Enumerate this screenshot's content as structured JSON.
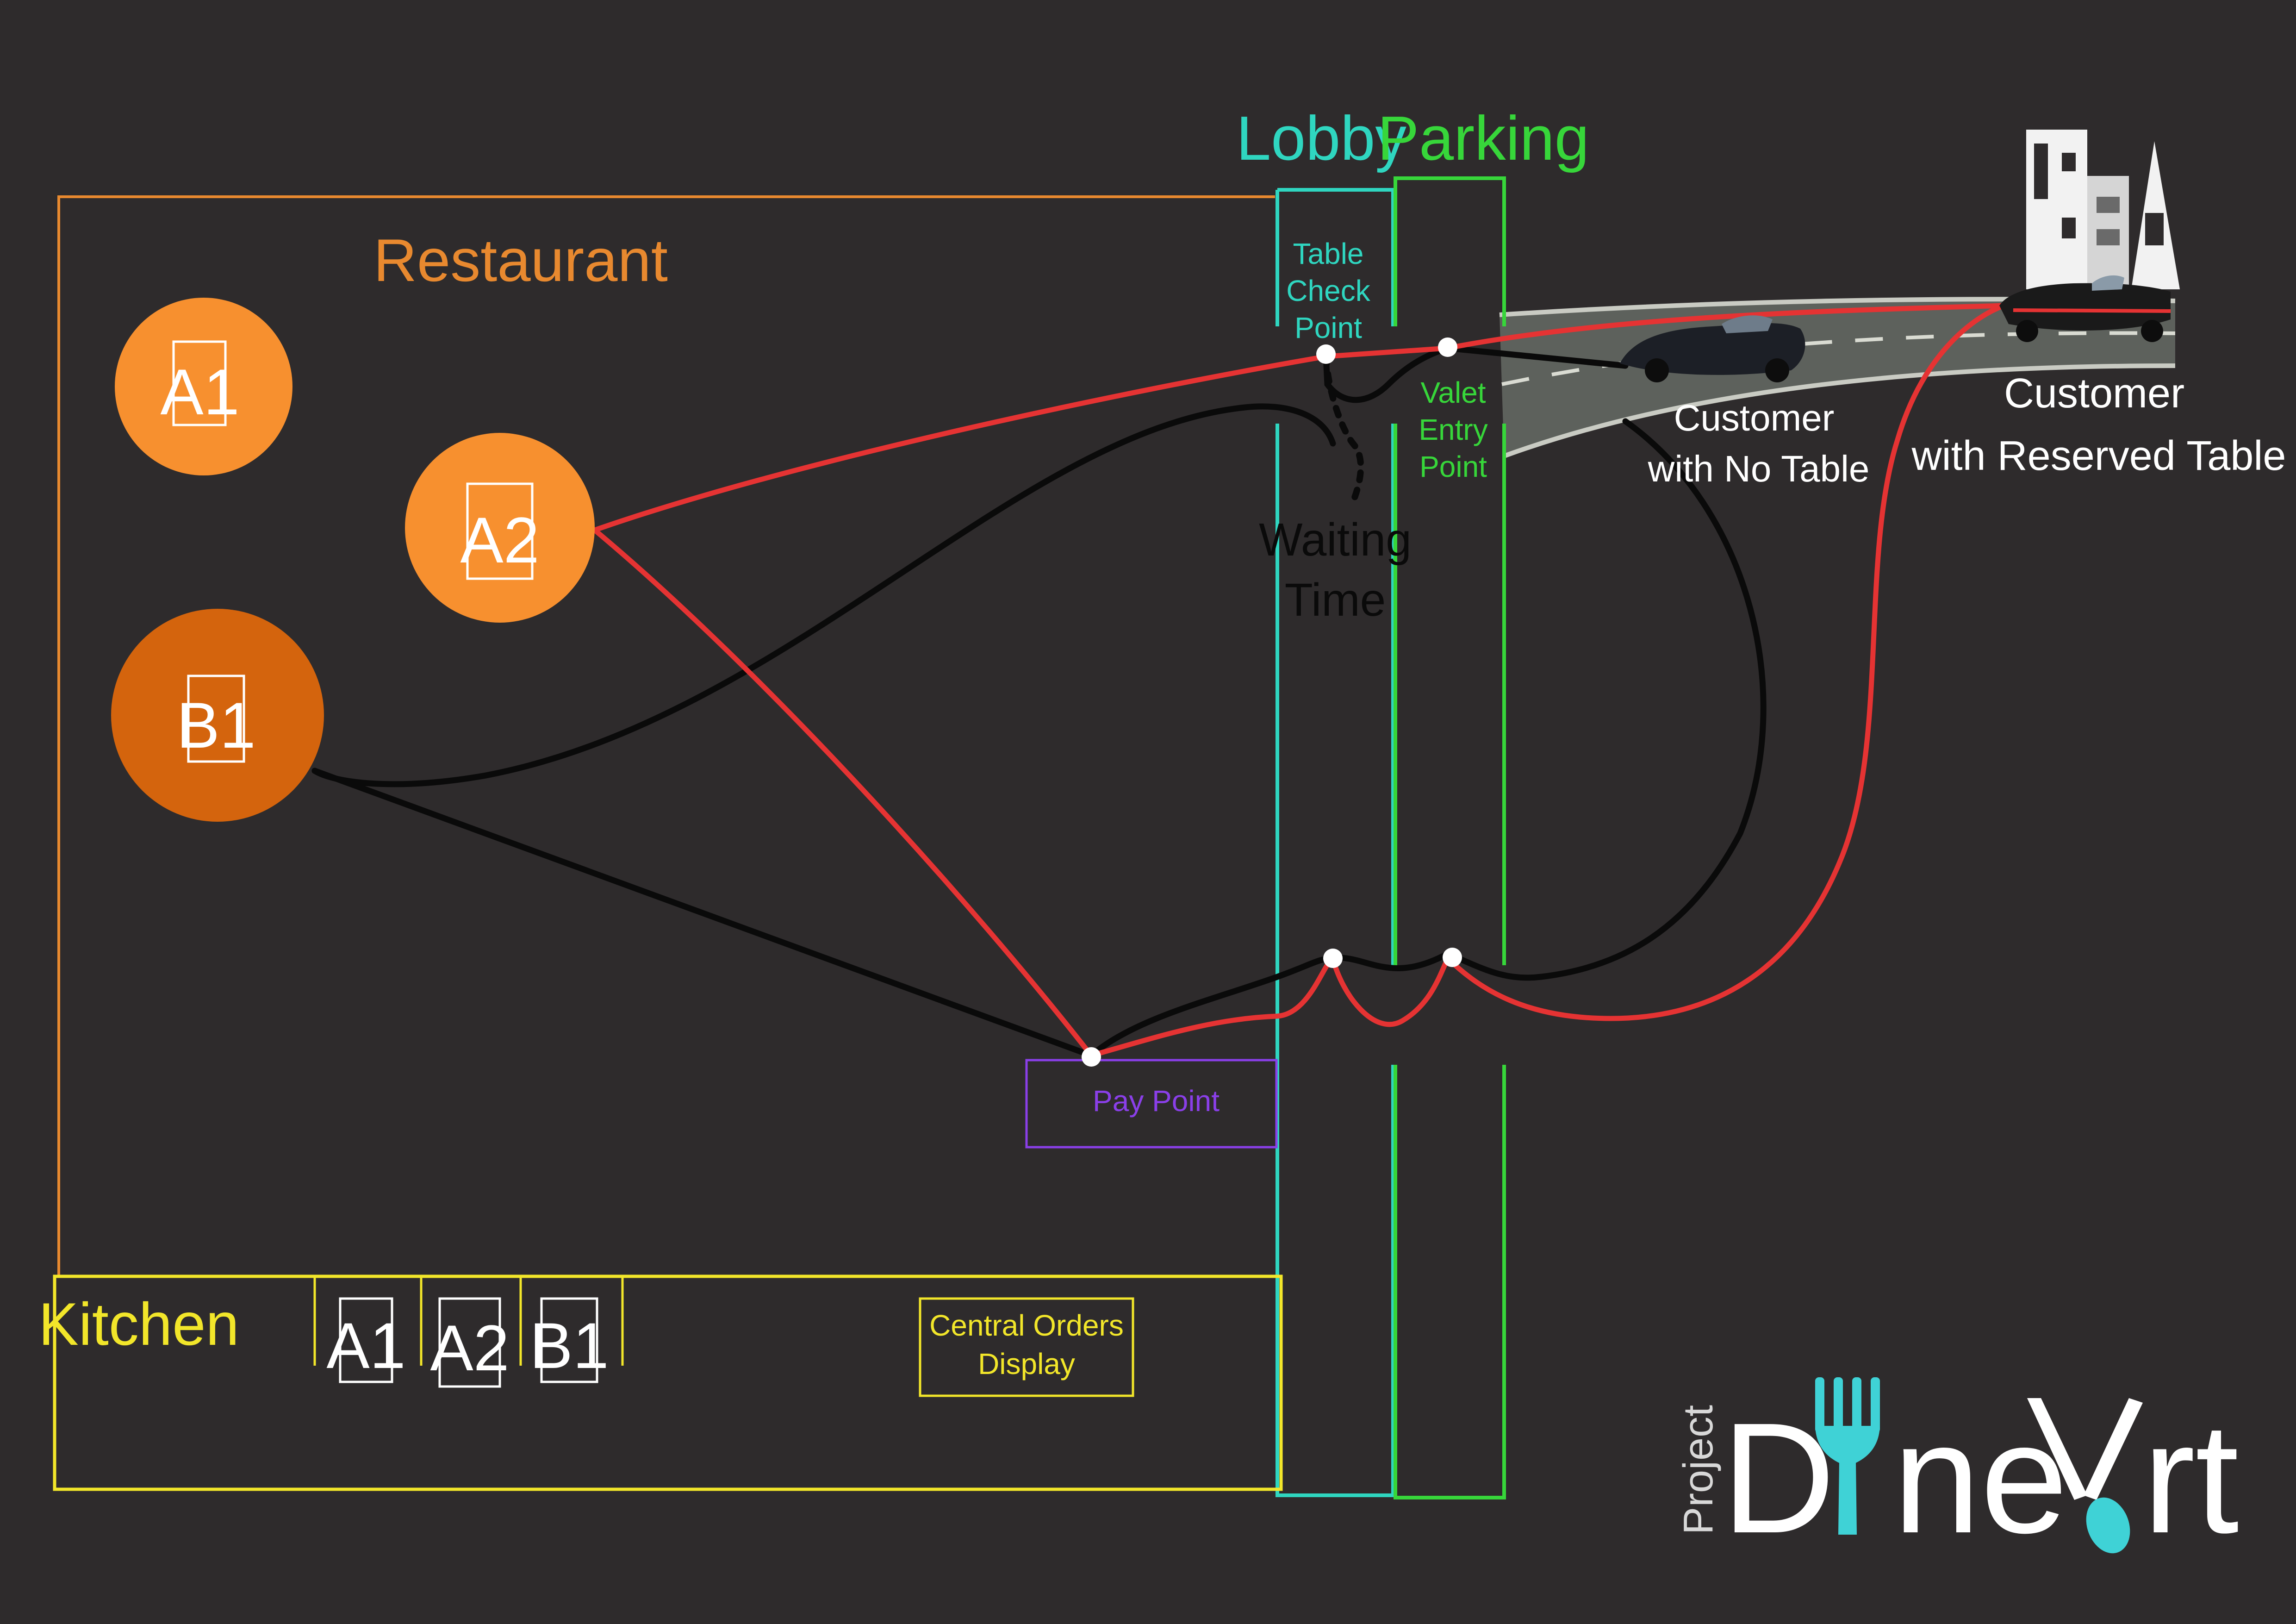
{
  "colors": {
    "background": "#2e2b2c",
    "restaurant": "#e8892f",
    "table_a": "#f7902f",
    "table_b": "#d4640d",
    "lobby": "#2fd6c0",
    "parking": "#37d63a",
    "kitchen": "#f2e62a",
    "pay_point": "#8a3fe8",
    "reserved_path": "#e53333",
    "no_table_path": "#0a0a0a",
    "logo_accent": "#3fd2d6"
  },
  "zones": {
    "restaurant": "Restaurant",
    "lobby": "Lobby",
    "parking": "Parking",
    "kitchen": "Kitchen"
  },
  "tables": [
    {
      "id": "A1",
      "label": "A1"
    },
    {
      "id": "A2",
      "label": "A2"
    },
    {
      "id": "B1",
      "label": "B1"
    }
  ],
  "kitchen_slots": [
    "A1",
    "A2",
    "B1"
  ],
  "checkpoints": {
    "table_check": [
      "Table",
      "Check",
      "Point"
    ],
    "valet_entry": [
      "Valet",
      "Entry",
      "Point"
    ],
    "waiting_time": [
      "Waiting",
      "Time"
    ]
  },
  "pay_point": "Pay  Point",
  "central_orders_display": [
    "Central Orders",
    "Display"
  ],
  "customers": {
    "no_table": [
      "Customer",
      "with  No  Table"
    ],
    "reserved": [
      "Customer",
      "with  Reserved  Table"
    ]
  },
  "logo": {
    "prefix": "Project",
    "name_part1": "D",
    "name_part2": "ne",
    "name_part3": "rt"
  },
  "icons": {
    "fork": "fork-icon",
    "spoon": "spoon-icon",
    "buildings": "city-buildings-icon",
    "car": "car-icon"
  }
}
